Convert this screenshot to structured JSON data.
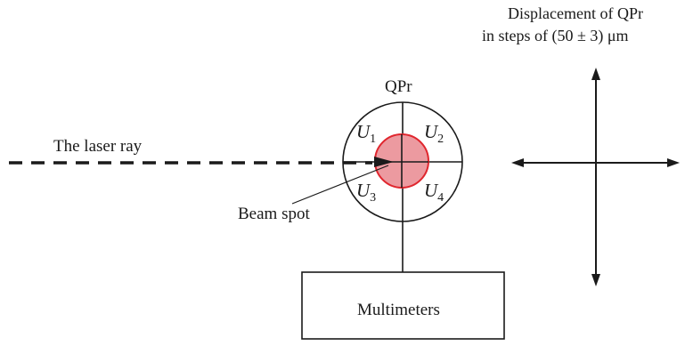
{
  "displacement": {
    "line1": "Displacement of QPr",
    "line2": "in steps of (50 ± 3) μm"
  },
  "qpr_label": "QPr",
  "laser_label": "The laser ray",
  "beam_label": "Beam spot",
  "quadrants": {
    "u1": {
      "letter": "U",
      "sub": "1"
    },
    "u2": {
      "letter": "U",
      "sub": "2"
    },
    "u3": {
      "letter": "U",
      "sub": "3"
    },
    "u4": {
      "letter": "U",
      "sub": "4"
    }
  },
  "multimeter_label": "Multimeters",
  "colors": {
    "beam_fill": "#ec9aa0",
    "beam_stroke": "#e0262e",
    "line": "#1a1a1a"
  }
}
